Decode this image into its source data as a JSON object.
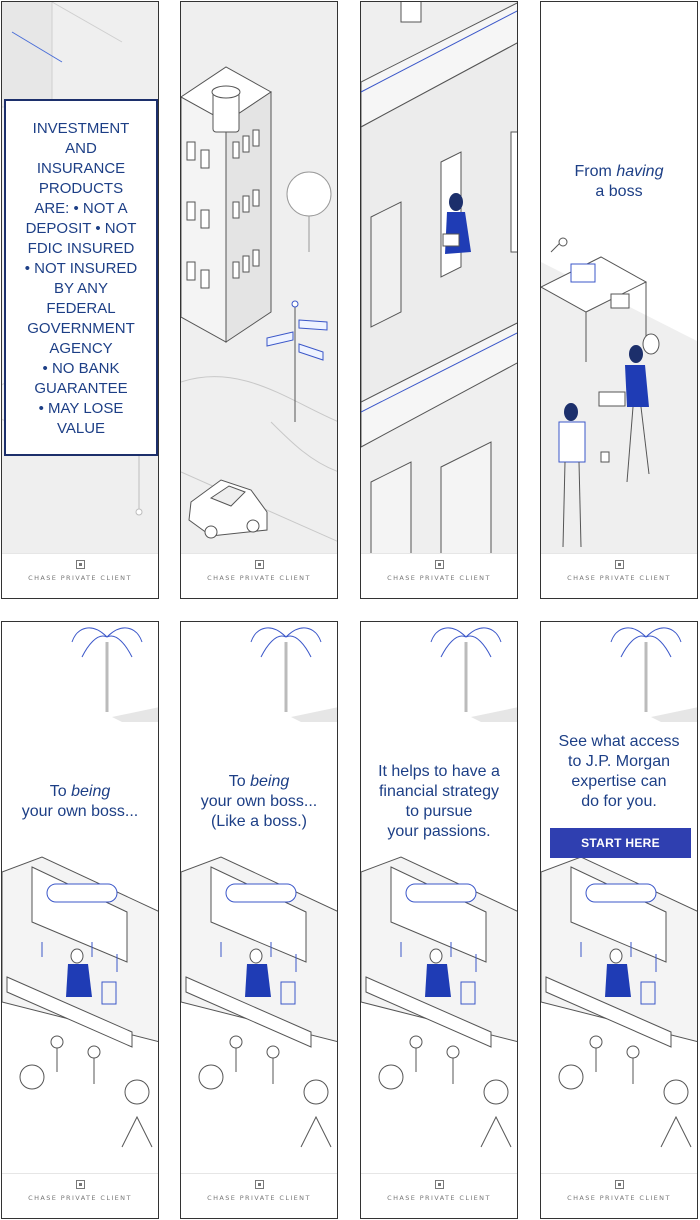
{
  "brand": "CHASE PRIVATE CLIENT",
  "colors": {
    "accent": "#1d3f86",
    "cta": "#2f3fb0",
    "line": "#3b57c9"
  },
  "disclaimer": {
    "lines": [
      "INVESTMENT",
      "AND",
      "INSURANCE",
      "PRODUCTS",
      "ARE: • NOT A",
      "DEPOSIT • NOT",
      "FDIC INSURED",
      "• NOT INSURED",
      "BY ANY",
      "FEDERAL",
      "GOVERNMENT",
      "AGENCY",
      "• NO BANK",
      "GUARANTEE",
      "• MAY LOSE",
      "VALUE"
    ]
  },
  "frame4": {
    "l1a": "From ",
    "l1b": "having",
    "l2": "a boss"
  },
  "frame5": {
    "l1a": "To ",
    "l1b": "being",
    "l2": "your own boss..."
  },
  "frame6": {
    "l1a": "To ",
    "l1b": "being",
    "l2": "your own boss...",
    "l3": "(Like a boss.)"
  },
  "frame7": {
    "l1": "It helps to have a",
    "l2": "financial strategy",
    "l3": "to pursue",
    "l4": "your passions."
  },
  "frame8": {
    "l1": "See what access",
    "l2": "to J.P. Morgan",
    "l3": "expertise can",
    "l4": "do for you.",
    "cta": "START HERE"
  }
}
